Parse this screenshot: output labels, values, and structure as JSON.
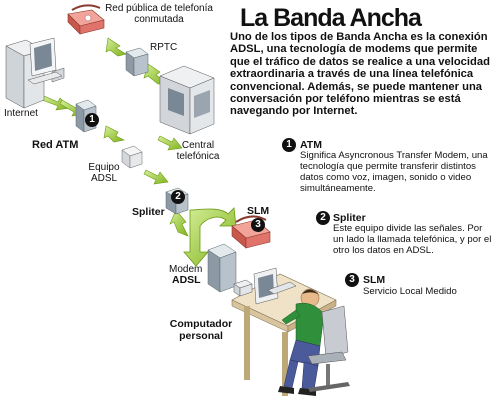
{
  "title": "La Banda Ancha",
  "intro": "Uno de los tipos de Banda Ancha es la conexión ADSL, una tecnología de modems que permite que el tráfico de datos se realice a una velocidad extraordinaria a través de una línea telefónica convencional. Además, se puede mantener una conversación por teléfono mientras se está navegando por Internet.",
  "labels": {
    "red_publica": "Red pública de telefonía conmutada",
    "rptc": "RPTC",
    "internet": "Internet",
    "red_atm": "Red ATM",
    "central": "Central telefónica",
    "equipo_adsl": "Equipo ADSL",
    "spliter": "Spliter",
    "slm": "SLM",
    "modem_line1": "Modem",
    "modem_line2": "ADSL",
    "computador": "Computador personal"
  },
  "legend": [
    {
      "num": "1",
      "head": "ATM",
      "desc": "Significa Asyncronous Transfer Modem, una tecnología que permite transferir distintos datos como voz, imagen, sonido o video simultáneamente."
    },
    {
      "num": "2",
      "head": "Spliter",
      "desc": "Este equipo divide las señales. Por un lado la llamada telefónica, y por el otro los datos en ADSL."
    },
    {
      "num": "3",
      "head": "SLM",
      "desc": "Servicio Local Medido"
    }
  ],
  "markers": [
    "1",
    "2",
    "3"
  ],
  "colors": {
    "arrow_green": "#9acd32",
    "arrow_green_dark": "#6a9a10",
    "phone_red": "#e0736a",
    "device_gray": "#b8c2cc",
    "shirt_green": "#2f8f3a"
  },
  "icons": [
    "phone-icon",
    "server-icon",
    "computer-icon",
    "building-icon",
    "person-at-desk-icon",
    "flow-arrow-icon"
  ]
}
